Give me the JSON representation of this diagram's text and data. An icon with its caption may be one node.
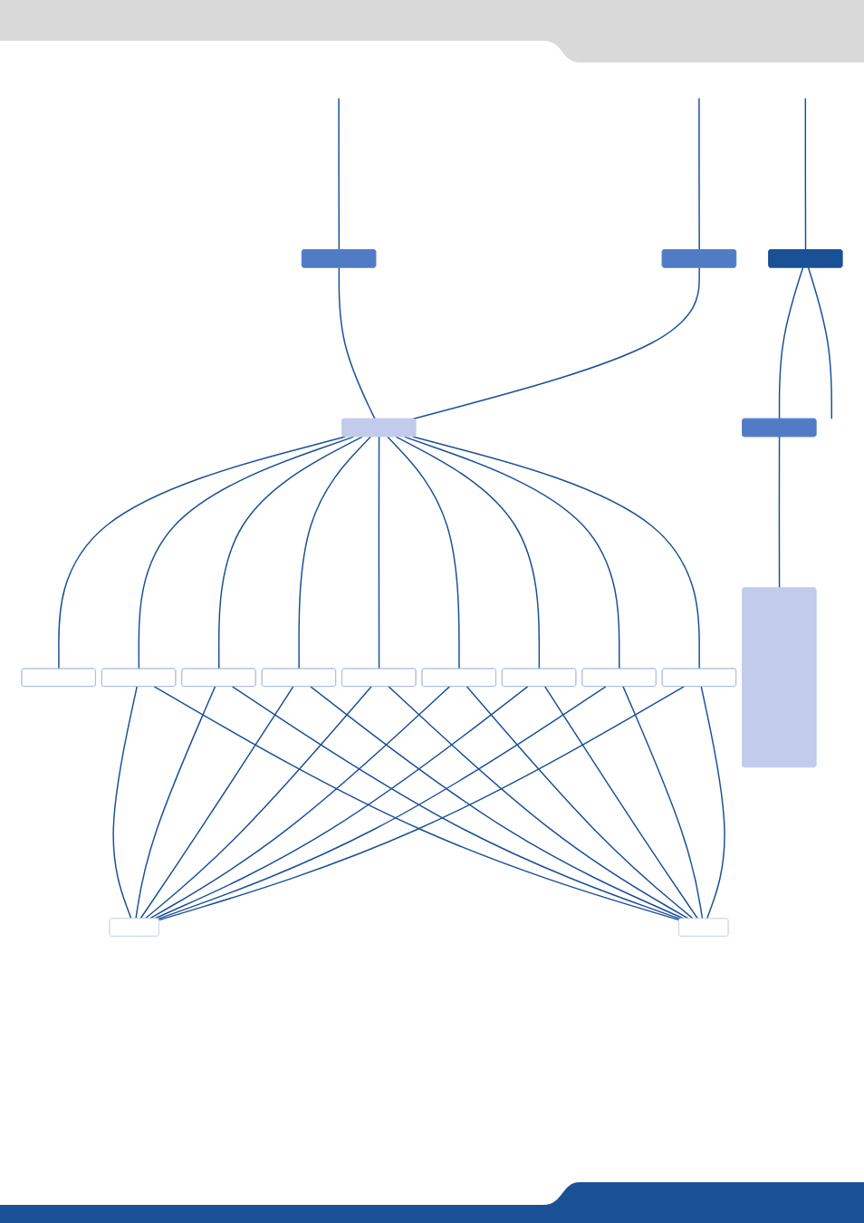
{
  "diagram": {
    "nodes": [
      {
        "text": [],
        "shape": "box"
      },
      {
        "text": [],
        "shape": "box"
      },
      {
        "text": [],
        "shape": "box"
      },
      {
        "text": [],
        "shape": "box"
      },
      {
        "text": [],
        "shape": "box"
      },
      {
        "text": [],
        "shape": "box"
      },
      {
        "text": [],
        "shape": "box"
      },
      {
        "text": [],
        "shape": "box"
      },
      {
        "text": [],
        "shape": "box"
      },
      {
        "text": [],
        "shape": "box"
      },
      {
        "text": [],
        "shape": "box"
      },
      {
        "text": [],
        "shape": "box"
      },
      {
        "text": [],
        "shape": "box"
      },
      {
        "text": [],
        "shape": "box"
      },
      {
        "text": [],
        "shape": "box"
      },
      {
        "text": [],
        "shape": "box"
      },
      {
        "text": [],
        "shape": "box"
      }
    ],
    "edges": [
      {
        "from": null,
        "to": 14,
        "arrow": "none"
      },
      {
        "from": null,
        "to": 0,
        "arrow": "none"
      },
      {
        "from": null,
        "to": 1,
        "arrow": "none"
      },
      {
        "from": 0,
        "to": 2,
        "arrow": "none"
      },
      {
        "from": 1,
        "to": 2,
        "arrow": "none"
      },
      {
        "from": 2,
        "to": 3,
        "arrow": "none"
      },
      {
        "from": 2,
        "to": 4,
        "arrow": "none"
      },
      {
        "from": 2,
        "to": 5,
        "arrow": "none"
      },
      {
        "from": 2,
        "to": 6,
        "arrow": "none"
      },
      {
        "from": 2,
        "to": 7,
        "arrow": "none"
      },
      {
        "from": 2,
        "to": 8,
        "arrow": "none"
      },
      {
        "from": 2,
        "to": 9,
        "arrow": "none"
      },
      {
        "from": 2,
        "to": 10,
        "arrow": "none"
      },
      {
        "from": 2,
        "to": 11,
        "arrow": "none"
      },
      {
        "from": 4,
        "to": 12,
        "arrow": "none"
      },
      {
        "from": 4,
        "to": 13,
        "arrow": "none"
      },
      {
        "from": 5,
        "to": 12,
        "arrow": "none"
      },
      {
        "from": 5,
        "to": 13,
        "arrow": "none"
      },
      {
        "from": 6,
        "to": 12,
        "arrow": "none"
      },
      {
        "from": 6,
        "to": 13,
        "arrow": "none"
      },
      {
        "from": 7,
        "to": 12,
        "arrow": "none"
      },
      {
        "from": 7,
        "to": 13,
        "arrow": "none"
      },
      {
        "from": 8,
        "to": 12,
        "arrow": "none"
      },
      {
        "from": 8,
        "to": 13,
        "arrow": "none"
      },
      {
        "from": 9,
        "to": 12,
        "arrow": "none"
      },
      {
        "from": 9,
        "to": 13,
        "arrow": "none"
      },
      {
        "from": 10,
        "to": 12,
        "arrow": "none"
      },
      {
        "from": 10,
        "to": 13,
        "arrow": "none"
      },
      {
        "from": 11,
        "to": 12,
        "arrow": "none"
      },
      {
        "from": 11,
        "to": 13,
        "arrow": "none"
      },
      {
        "from": 14,
        "to": 15,
        "arrow": "none"
      },
      {
        "from": 14,
        "to": null,
        "arrow": "none"
      },
      {
        "from": 15,
        "to": 16,
        "arrow": "none"
      }
    ]
  }
}
